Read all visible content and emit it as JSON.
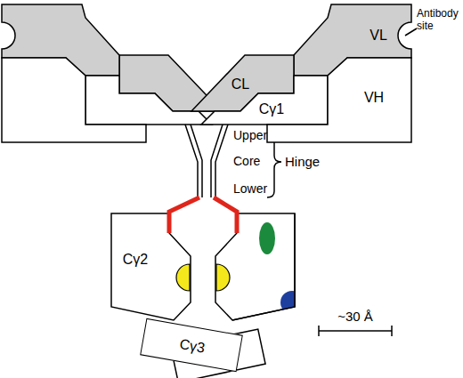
{
  "diagram": {
    "nodes": [
      {
        "text": [
          "VL"
        ]
      },
      {
        "text": [
          "CL"
        ]
      },
      {
        "text": [
          "Cγ1"
        ]
      },
      {
        "text": [
          "VH"
        ]
      },
      {
        "text": [
          "Cγ2"
        ]
      },
      {
        "text": [
          "Cγ3"
        ]
      }
    ],
    "labels": [
      "Antibody site",
      "Upper",
      "Core",
      "Lower",
      "Hinge",
      "~30 Å"
    ]
  }
}
